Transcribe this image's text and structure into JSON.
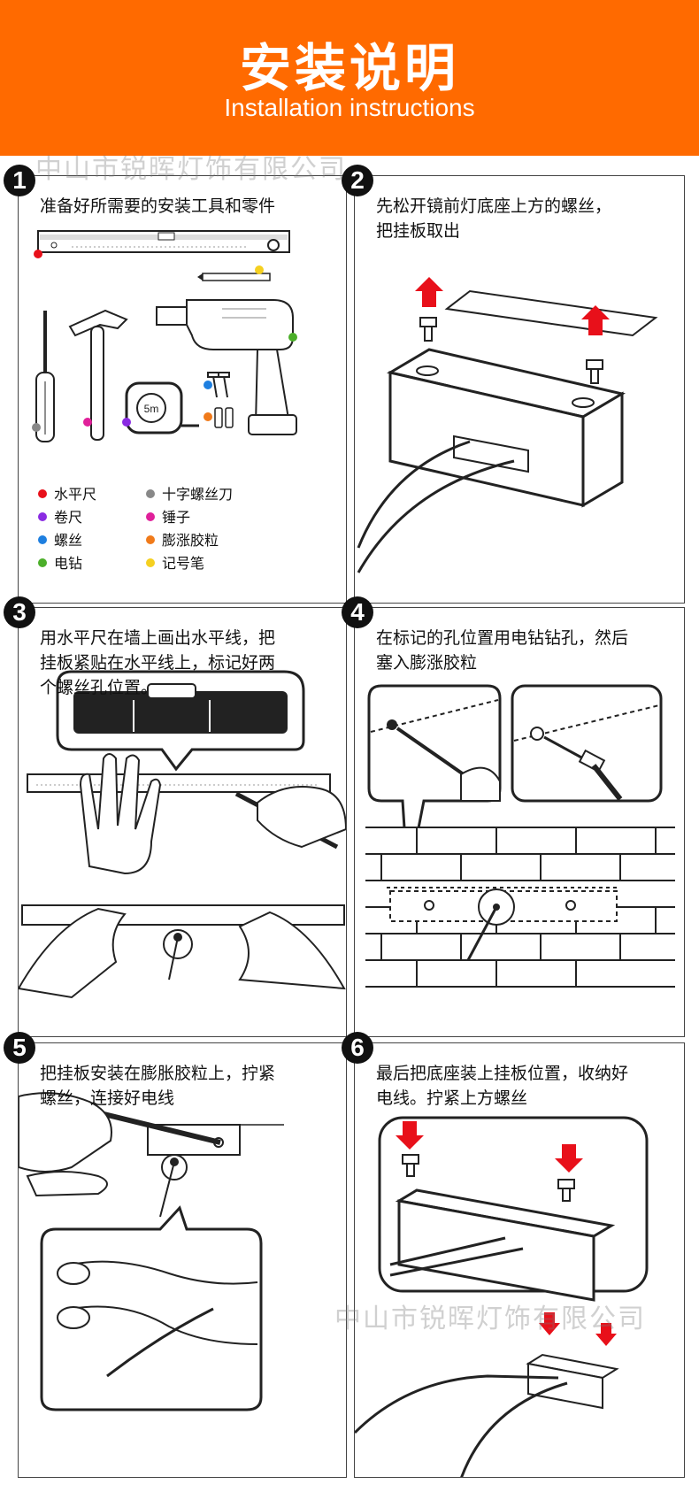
{
  "header": {
    "title": "安装说明",
    "subtitle": "Installation instructions"
  },
  "watermarks": [
    "中山市锐晖灯饰有限公司",
    "中山市锐晖灯饰有限公司"
  ],
  "colors": {
    "banner": "#ff6a00",
    "arrow_red": "#e8101a"
  },
  "steps": [
    {
      "number": "1",
      "text": "准备好所需要的安装工具和零件"
    },
    {
      "number": "2",
      "text": "先松开镜前灯底座上方的螺丝，\n把挂板取出"
    },
    {
      "number": "3",
      "text": "用水平尺在墙上画出水平线，把\n挂板紧贴在水平线上，标记好两\n个螺丝孔位置。"
    },
    {
      "number": "4",
      "text": "在标记的孔位置用电钻钻孔，然后\n塞入膨涨胶粒"
    },
    {
      "number": "5",
      "text": "把挂板安装在膨胀胶粒上，拧紧\n螺丝，连接好电线"
    },
    {
      "number": "6",
      "text": "最后把底座装上挂板位置，收纳好\n电线。拧紧上方螺丝"
    }
  ],
  "tools": [
    {
      "label": "水平尺",
      "color": "#e8101a"
    },
    {
      "label": "十字螺丝刀",
      "color": "#888888"
    },
    {
      "label": "卷尺",
      "color": "#8a2be2"
    },
    {
      "label": "锤子",
      "color": "#e0209a"
    },
    {
      "label": "螺丝",
      "color": "#1e7fe0"
    },
    {
      "label": "膨涨胶粒",
      "color": "#f07a1a"
    },
    {
      "label": "电钻",
      "color": "#4caf2a"
    },
    {
      "label": "记号笔",
      "color": "#f5d020"
    }
  ],
  "tape_label": "5m"
}
